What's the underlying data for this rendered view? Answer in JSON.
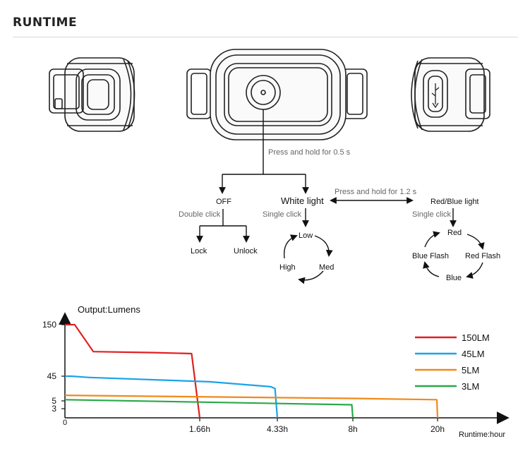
{
  "heading": "RUNTIME",
  "flow": {
    "press_hold_short": "Press and hold for 0.5 s",
    "press_hold_long": "Press and hold for 1.2 s",
    "off": "OFF",
    "white_light": "White light",
    "red_blue_light": "Red/Blue light",
    "double_click": "Double click",
    "single_click_white": "Single click",
    "single_click_red": "Single click",
    "lock": "Lock",
    "unlock": "Unlock",
    "white_modes": {
      "low": "Low",
      "med": "Med",
      "high": "High"
    },
    "red_modes": {
      "red": "Red",
      "red_flash": "Red Flash",
      "blue": "Blue",
      "blue_flash": "Blue Flash"
    }
  },
  "chart_data": {
    "type": "line",
    "ylabel": "Output:Lumens",
    "xlabel": "Runtime:hour",
    "y_ticks": [
      "150",
      "45",
      "5",
      "3"
    ],
    "x_ticks": [
      "0",
      "1.66h",
      "4.33h",
      "8h",
      "20h"
    ],
    "series": [
      {
        "name": "150LM",
        "color": "#e02020",
        "points": [
          [
            0,
            150
          ],
          [
            0.12,
            150
          ],
          [
            0.35,
            95
          ],
          [
            1.1,
            93
          ],
          [
            1.56,
            91
          ],
          [
            1.66,
            0
          ]
        ]
      },
      {
        "name": "45LM",
        "color": "#1aa3e8",
        "points": [
          [
            0,
            45
          ],
          [
            0.08,
            45
          ],
          [
            0.3,
            43
          ],
          [
            2.0,
            36
          ],
          [
            4.1,
            28
          ],
          [
            4.25,
            25
          ],
          [
            4.33,
            0
          ]
        ]
      },
      {
        "name": "5LM",
        "color": "#f08a1a",
        "points": [
          [
            0,
            14
          ],
          [
            8,
            9
          ],
          [
            19.9,
            7
          ],
          [
            20,
            0
          ]
        ]
      },
      {
        "name": "3LM",
        "color": "#2aa84a",
        "points": [
          [
            0,
            7
          ],
          [
            7.95,
            4
          ],
          [
            8,
            0
          ]
        ]
      }
    ]
  },
  "colors": {
    "red": "#e02020",
    "blue": "#1aa3e8",
    "orange": "#f08a1a",
    "green": "#2aa84a"
  }
}
